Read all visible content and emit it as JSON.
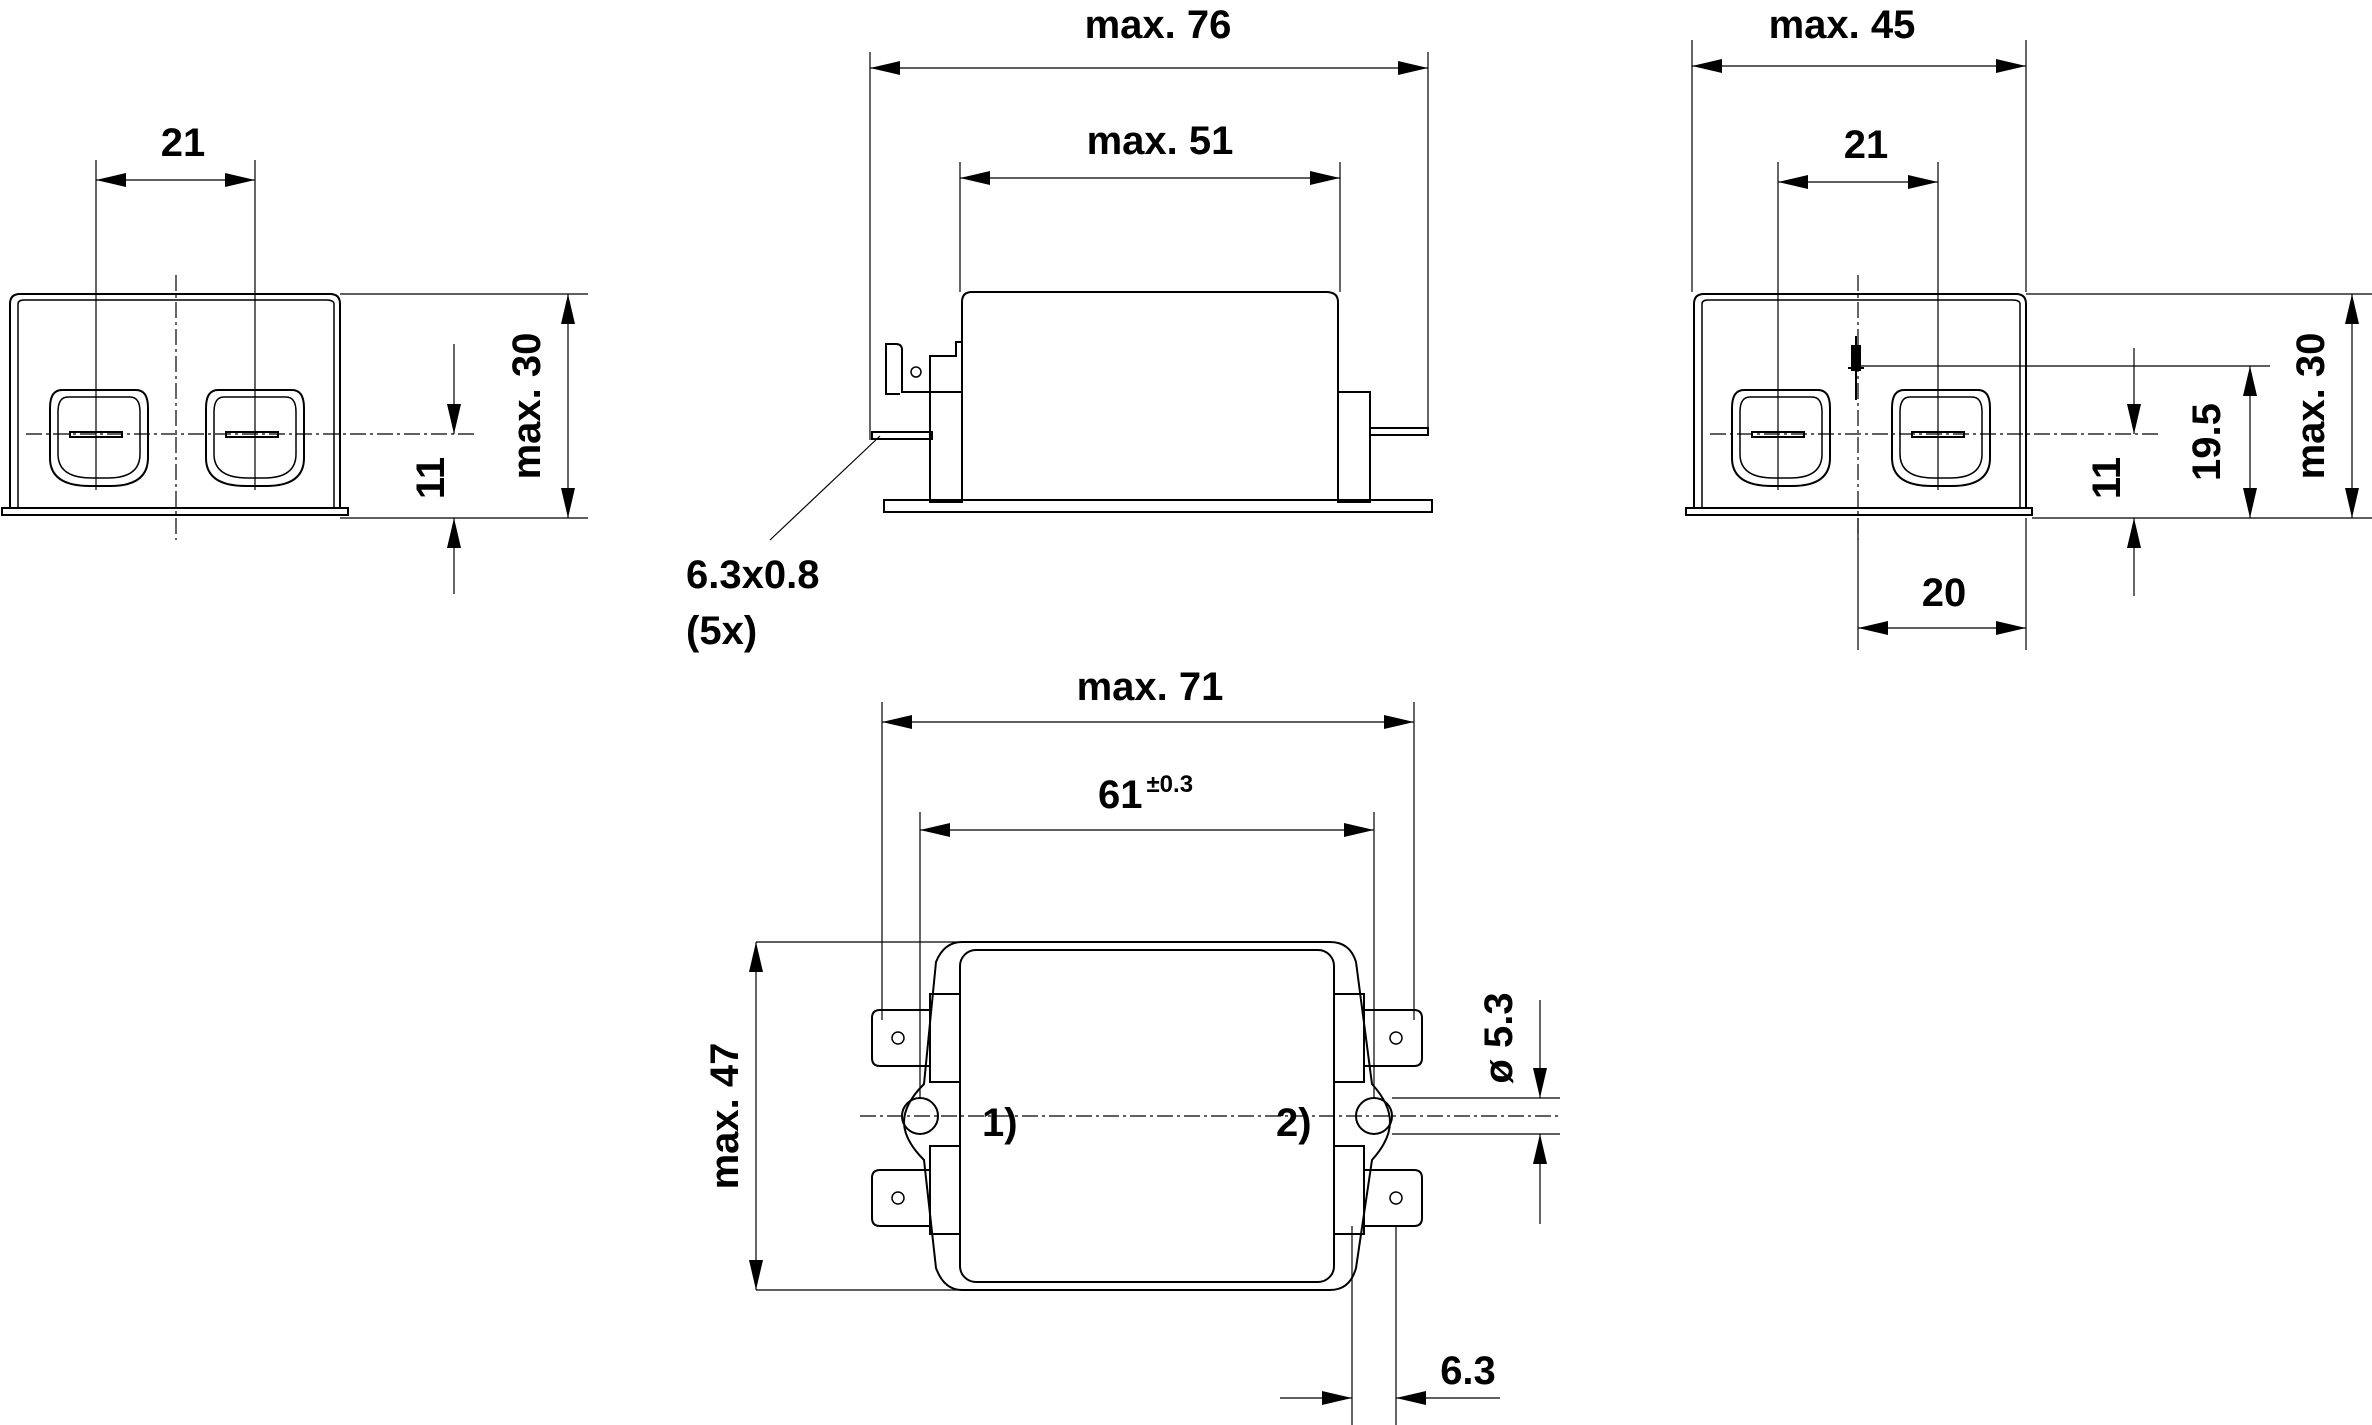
{
  "front_view": {
    "pitch_label": "21",
    "height_label": "max. 30",
    "socket_height_label": "11"
  },
  "side_view": {
    "overall_length_label": "max. 76",
    "body_length_label": "max. 51",
    "tab_size_label": "6.3x0.8",
    "tab_count_label": "(5x)"
  },
  "end_view": {
    "width_label": "max. 45",
    "pitch_label": "21",
    "height_label": "max. 30",
    "offset_label": "19.5",
    "socket_height_label": "11",
    "socket_offset_label": "20"
  },
  "top_view": {
    "overall_width_label": "max. 71",
    "hole_pitch_label": "61",
    "hole_pitch_tolerance": "±0.3",
    "height_label": "max. 47",
    "hole_diameter_label": "ø 5.3",
    "tab_width_label": "6.3",
    "callout_1": "1)",
    "callout_2": "2)"
  }
}
